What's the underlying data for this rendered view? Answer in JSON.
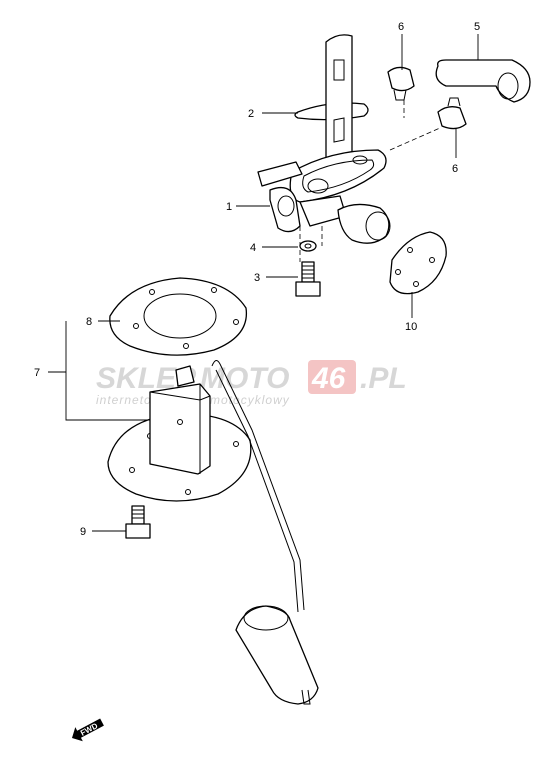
{
  "callouts": {
    "c1": "1",
    "c2": "2",
    "c3": "3",
    "c4": "4",
    "c5": "5",
    "c6a": "6",
    "c6b": "6",
    "c7": "7",
    "c8": "8",
    "c9": "9",
    "c10": "10"
  },
  "watermark": {
    "part1": "SKLEP",
    "part2": "MOTO",
    "part3": "46",
    "part4": ".PL",
    "tagline": "internetowy sklep motocyklowy"
  },
  "direction_badge": "FWD",
  "colors": {
    "line": "#000000",
    "watermark_gray": "#d7d7d7",
    "watermark_red": "#f4c4c4"
  }
}
